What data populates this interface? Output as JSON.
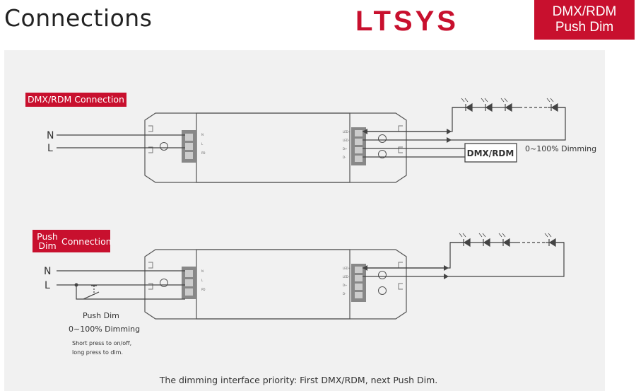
{
  "header": {
    "title": "Connections",
    "logo": "LTSYS",
    "badge_line1": "DMX/RDM",
    "badge_line2": "Push Dim"
  },
  "diagram1": {
    "tag": "DMX/RDM Connection",
    "n_label": "N",
    "l_label": "L",
    "controller": "DMX/RDM",
    "dimming": "0~100% Dimming"
  },
  "diagram2": {
    "tag_line1": "Push",
    "tag_line2": "Dim",
    "tag_word": "Connection",
    "n_label": "N",
    "l_label": "L",
    "push_dim": "Push Dim",
    "dimming": "0~100% Dimming",
    "note_line1": "Short press to on/off,",
    "note_line2": "long press to dim."
  },
  "footer": {
    "priority": "The dimming interface priority: First DMX/RDM, next Push Dim."
  },
  "colors": {
    "brand": "#c8102e"
  }
}
